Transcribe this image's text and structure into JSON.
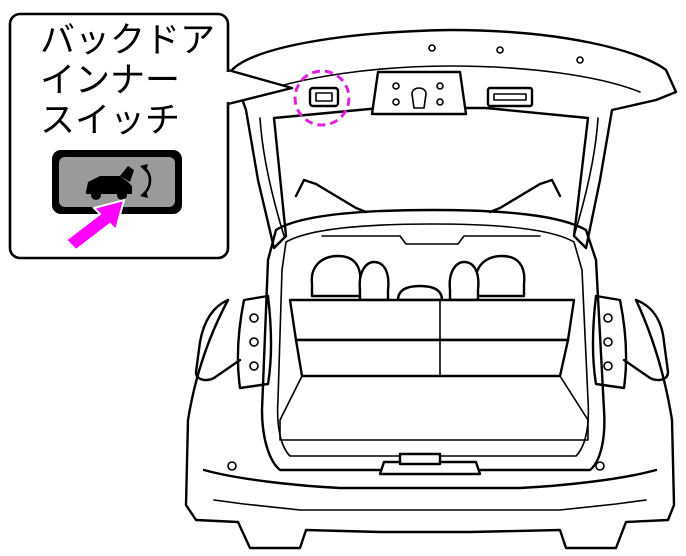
{
  "callout": {
    "label_lines": [
      "バックドア",
      "インナー",
      "スイッチ"
    ]
  },
  "icons": {
    "switch_icon": "car-back-door-open-icon",
    "press_arrow": "press-arrow-icon",
    "highlight": "dashed-circle-highlight"
  },
  "colors": {
    "highlight": "#e020e0",
    "arrow": "#ff00ff",
    "switch_fill": "#9a9a9a",
    "line": "#000000",
    "background": "#ffffff"
  }
}
